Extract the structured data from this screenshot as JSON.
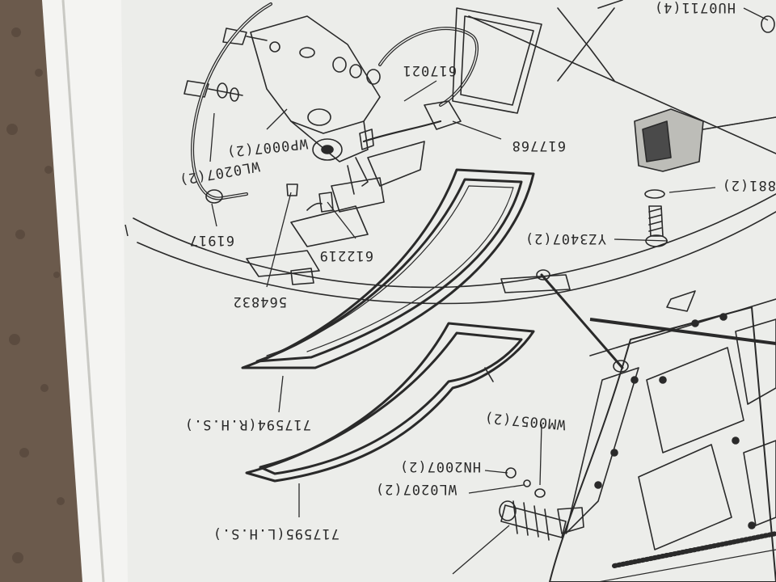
{
  "diagram": {
    "colors": {
      "carpet": "#6b5a4c",
      "page": "#ecedea",
      "ink": "#2a2a2a",
      "page_edge": "#f4f4f2"
    },
    "orientation": "upside-down",
    "callouts": {
      "hu0711": "HU0711(4)",
      "p617021": "617021",
      "p617768": "617768",
      "wp0007": "WP0007(2)",
      "wl0207_top": "WL0207(2)",
      "p61917": "61917",
      "p612219": "612219",
      "p564832": "564832",
      "p881": "881(2)",
      "yz3407": "YZ3407(2)",
      "p717594": "717594(R.H.S.)",
      "p717595": "717595(L.H.S.)",
      "wm0057": "WM0057(2)",
      "hn2007": "HN2007(2)",
      "wl0207_bottom": "WL0207(2)"
    }
  }
}
